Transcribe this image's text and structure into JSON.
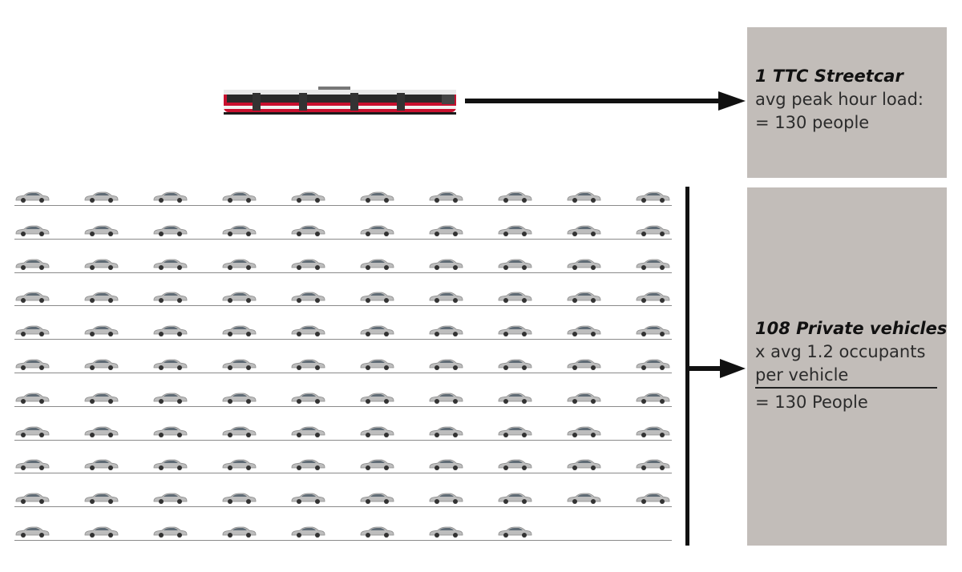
{
  "streetcar": {
    "name": "streetcar-illustration",
    "body_color": "#c8102e"
  },
  "top_box": {
    "title": "1 TTC Streetcar",
    "line1": "avg peak hour load:",
    "line2": "= 130 people"
  },
  "bottom_box": {
    "title": "108 Private vehicles",
    "line1": "x avg 1.2 occupants",
    "line2": "per vehicle",
    "result": "= 130 People"
  },
  "cars": {
    "total": 108,
    "per_row": 10,
    "icon": "car-icon",
    "color": "#bdbdbd"
  },
  "colors": {
    "box_background": "#c2bdb9",
    "arrow": "#111111"
  }
}
